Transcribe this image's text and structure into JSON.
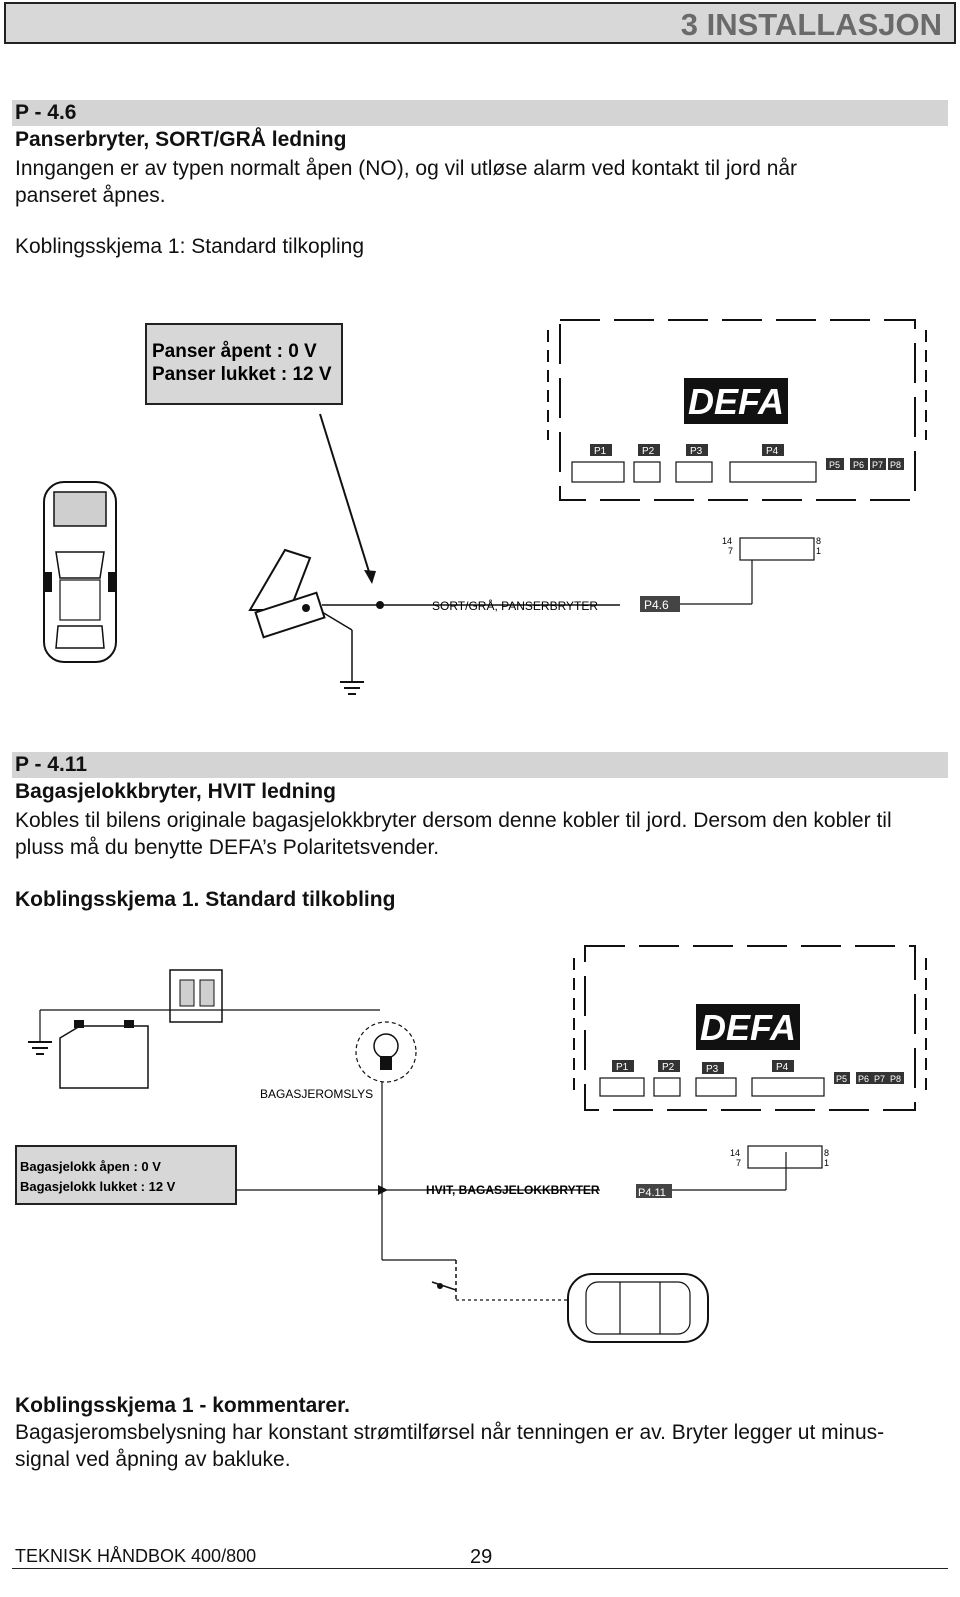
{
  "header": {
    "chapter": "3 INSTALLASJON"
  },
  "section1": {
    "code": "P - 4.6",
    "title": "Panserbryter, SORT/GRÅ ledning",
    "text": "Inngangen er av typen normalt åpen (NO), og vil utløse alarm ved kontakt til jord når panseret åpnes.",
    "diagram_title": "Koblingsskjema 1: Standard tilkopling",
    "status_box": [
      "Panser åpent : 0 V",
      "Panser lukket : 12 V"
    ],
    "wire_label": "SORT/GRÅ, PANSERBRYTER",
    "pin_label": "P4.6"
  },
  "section2": {
    "code": "P - 4.11",
    "title": "Bagasjelokkbryter, HVIT ledning",
    "text": "Kobles til bilens originale bagasjelokkbryter dersom denne kobler til jord. Dersom den kobler til pluss må du benytte DEFA’s Polaritetsvender.",
    "diagram_title": "Koblingsskjema 1. Standard tilkobling",
    "light_label": "BAGASJEROMSLYS",
    "status_box": [
      "Bagasjelokk åpen : 0 V",
      "Bagasjelokk lukket : 12 V"
    ],
    "wire_label": "HVIT, BAGASJELOKKBRYTER",
    "pin_label": "P4.11"
  },
  "unit": {
    "brand": "DEFA",
    "ports": [
      "P1",
      "P2",
      "P3",
      "P4",
      "P5",
      "P6",
      "P7",
      "P8"
    ],
    "connector_numbers": [
      "14",
      "8",
      "7",
      "1"
    ]
  },
  "comments": {
    "title": "Koblingsskjema 1 - kommentarer.",
    "text": "Bagasjeromsbelysning har konstant strømtilførsel når tenningen er av. Bryter legger ut minus-signal ved åpning av bakluke."
  },
  "footer": {
    "manual": "TEKNISK HÅNDBOK 400/800",
    "page": "29"
  }
}
